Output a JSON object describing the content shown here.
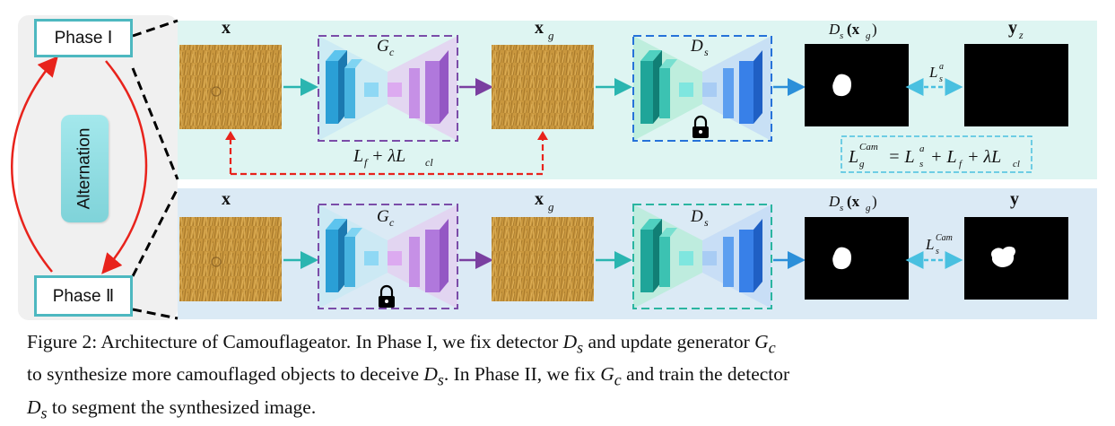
{
  "phases": {
    "phase1_label": "Phase Ⅰ",
    "phase2_label": "Phase Ⅱ",
    "alternation_label": "Alternation"
  },
  "row1": {
    "input_label": "x",
    "generator_label": "G",
    "generator_sub": "c",
    "generated_label": "x",
    "generated_sub": "g",
    "detector_label": "D",
    "detector_sub": "s",
    "prediction_label": "D",
    "prediction_sub": "s",
    "prediction_arg": "(x",
    "prediction_arg_sub": "g",
    "prediction_close": ")",
    "target_label": "y",
    "target_sub": "z",
    "loss_label": "L",
    "loss_sub": "s",
    "loss_sup": "a",
    "feedback_loss": "L",
    "feedback_f_sub": "f",
    "feedback_plus": " + λL",
    "feedback_cl_sub": "cl",
    "total_loss_lhs": "L",
    "total_loss_lhs_sup": "Cam",
    "total_loss_lhs_sub": "g",
    "total_loss_rhs": "= L",
    "total_loss_rhs_sup": "a",
    "total_loss_rhs_sub": "s",
    "total_loss_rest": "+ L",
    "total_loss_f_sub": "f",
    "total_loss_end": "+ λL",
    "total_loss_cl_sub": "cl"
  },
  "row2": {
    "input_label": "x",
    "generator_label": "G",
    "generator_sub": "c",
    "generated_label": "x",
    "generated_sub": "g",
    "detector_label": "D",
    "detector_sub": "s",
    "prediction_label": "D",
    "prediction_sub": "s",
    "prediction_arg": "(x",
    "prediction_arg_sub": "g",
    "prediction_close": ")",
    "target_label": "y",
    "loss_label": "L",
    "loss_sub": "s",
    "loss_sup": "Cam"
  },
  "caption": {
    "p1": "Figure 2: Architecture of Camouflageator. In Phase I, we fix detector ",
    "v1": "D",
    "v1s": "s",
    "p2": " and update generator ",
    "v2": "G",
    "v2s": "c",
    "p3": "to synthesize more camouflaged objects to deceive ",
    "v3": "D",
    "v3s": "s",
    "p4": ". In Phase II, we fix ",
    "v4": "G",
    "v4s": "c",
    "p5": " and train the detector",
    "v5": "D",
    "v5s": "s",
    "p6": " to segment the synthesized image."
  },
  "colors": {
    "row1_bg": "#def5f2",
    "row2_bg": "#dbeaf5",
    "left_panel_bg": "#f0f0f0",
    "red_arrow": "#e8231c",
    "teal_arrow": "#2ab5b0",
    "blue_arrow": "#2b8fd9",
    "purple_arrow": "#7a3fa0",
    "gen_border": "#7b4ca8",
    "det_border": "#2672d9"
  }
}
